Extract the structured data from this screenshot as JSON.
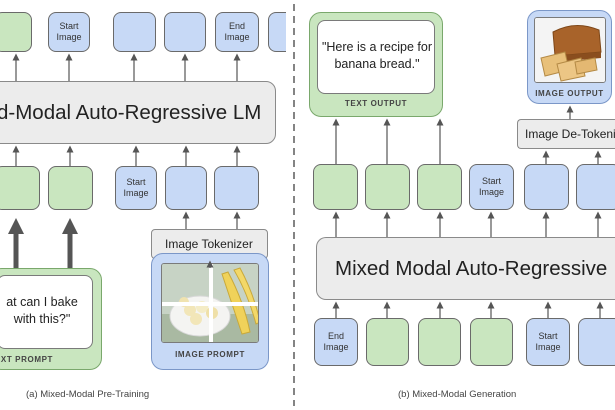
{
  "left": {
    "top_tokens": [
      "",
      "Start\nImage",
      "",
      "",
      "End\nImage",
      ""
    ],
    "lm_title": "d-Modal Auto-Regressive LM",
    "bottom_tokens": [
      "",
      "",
      "Start\nImage",
      "",
      ""
    ],
    "tokenizer_label": "Image Tokenizer",
    "text_prompt_text": "at can I bake\nwith this?\"",
    "text_prompt_label": "EXT PROMPT",
    "image_prompt_label": "IMAGE PROMPT",
    "caption": "(a) Mixed-Modal Pre-Training"
  },
  "right": {
    "text_output_text": "\"Here is a recipe for\nbanana bread.\"",
    "text_output_label": "TEXT OUTPUT",
    "image_output_label": "IMAGE OUTPUT",
    "detokenizer_label": "Image De-Tokeni",
    "mid_tokens": [
      "",
      "",
      "",
      "Start\nImage",
      "",
      ""
    ],
    "lm_title": "Mixed Modal Auto-Regressive",
    "bottom_tokens": [
      "End\nImage",
      "",
      "",
      "",
      "Start\nImage",
      ""
    ],
    "caption": "(b) Mixed-Modal Generation"
  },
  "colors": {
    "green": "#c9e6bf",
    "blue": "#c7d9f6",
    "gray": "#ececec"
  }
}
